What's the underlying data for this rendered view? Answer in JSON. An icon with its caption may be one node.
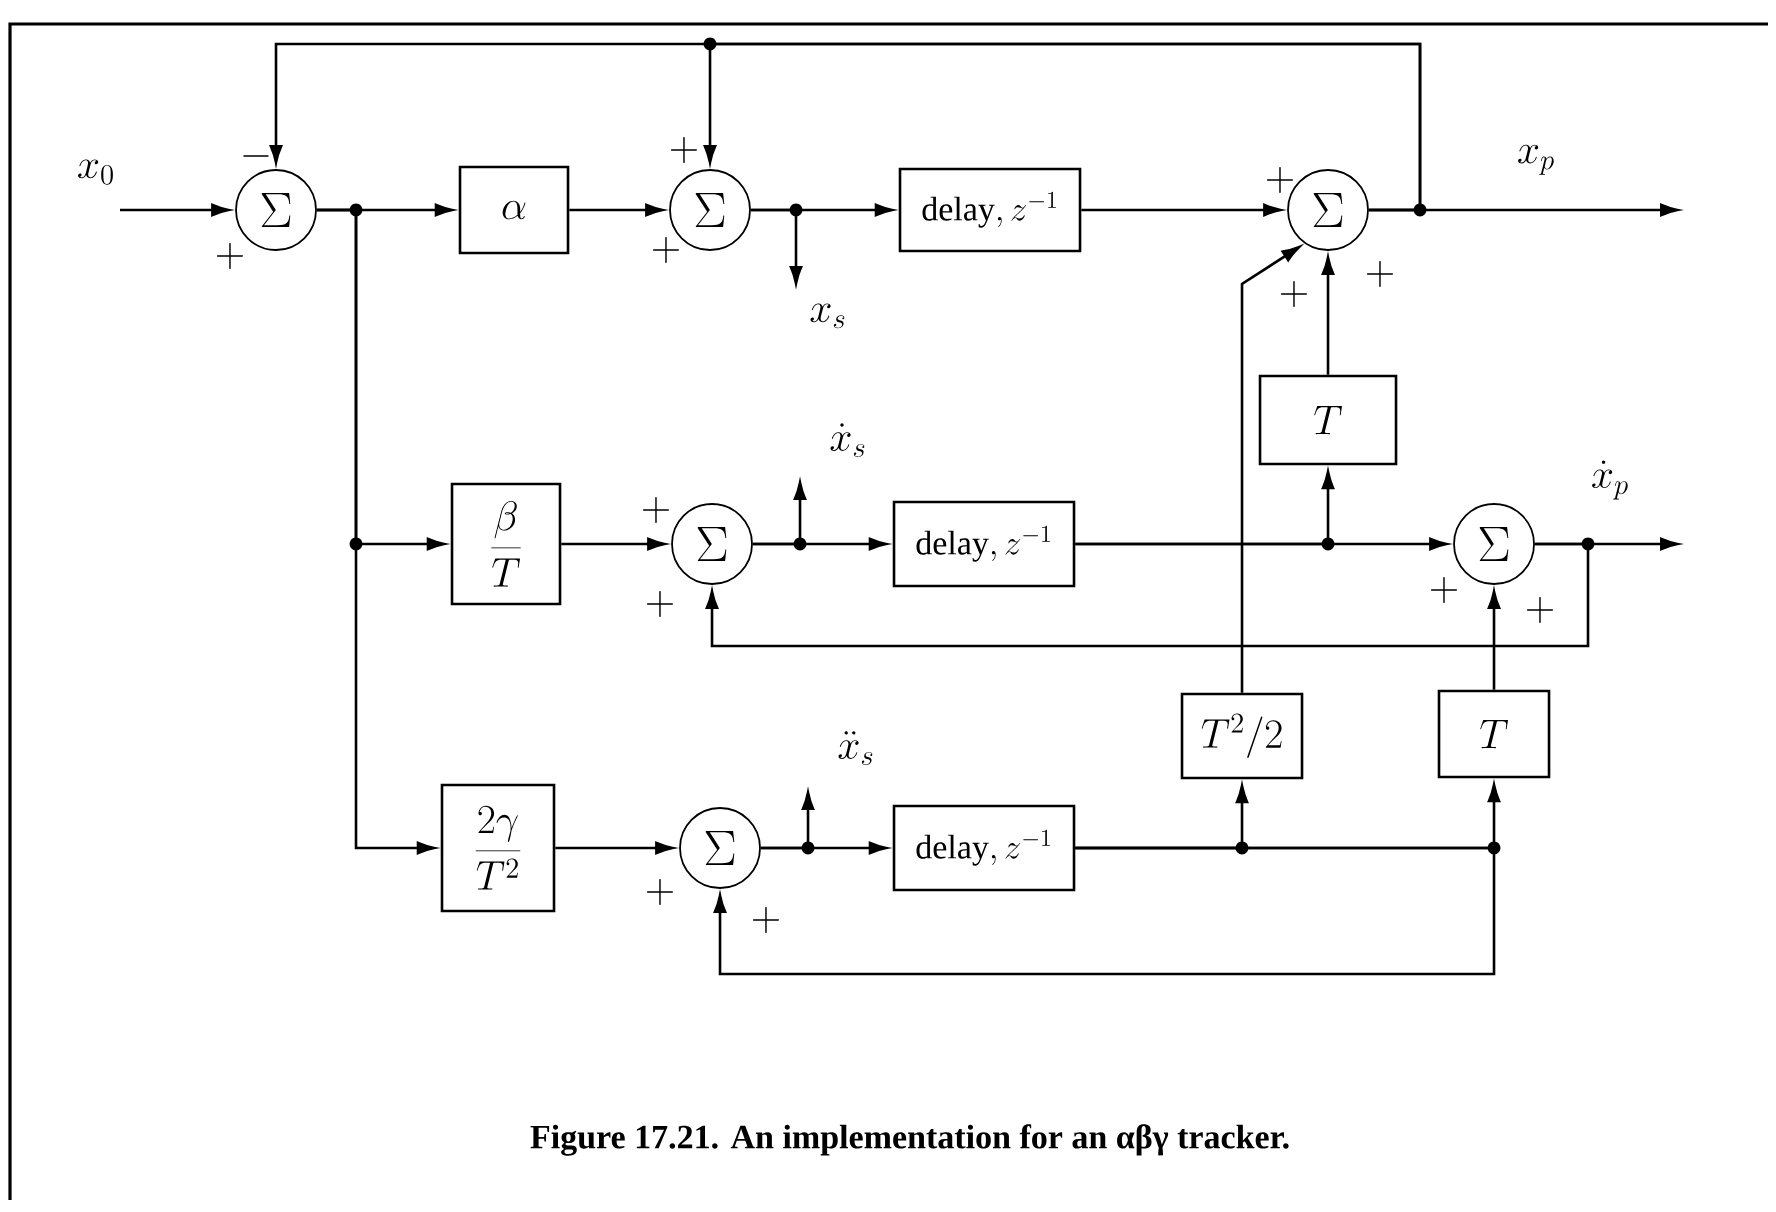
{
  "diagram": {
    "caption": "Figure 17.21. An implementation for an αβγ tracker.",
    "nodes": [
      {
        "text": [
          "\\Sigma"
        ]
      },
      {
        "text": [
          "\\alpha"
        ]
      },
      {
        "text": [
          "\\Sigma"
        ]
      },
      {
        "text": [
          "\\mathrm{delay},z^{-1}"
        ]
      },
      {
        "text": [
          "\\Sigma"
        ]
      },
      {
        "text": [
          "T"
        ]
      },
      {
        "text": [
          "\\frac{\\beta}{T}"
        ]
      },
      {
        "text": [
          "\\Sigma"
        ]
      },
      {
        "text": [
          "\\mathrm{delay},z^{-1}"
        ]
      },
      {
        "text": [
          "\\Sigma"
        ]
      },
      {
        "text": [
          "T^{2}/2"
        ]
      },
      {
        "text": [
          "T"
        ]
      },
      {
        "text": [
          "\\frac{2\\gamma}{T^{2}}"
        ]
      },
      {
        "text": [
          "\\Sigma"
        ]
      },
      {
        "text": [
          "\\mathrm{delay},z^{-1}"
        ]
      }
    ],
    "edges": [
      {
        "from": null,
        "to": 0,
        "arrow": "to"
      },
      {
        "from": 0,
        "to": 1,
        "arrow": "to"
      },
      {
        "from": 0,
        "to": 6,
        "arrow": "to"
      },
      {
        "from": 0,
        "to": 12,
        "arrow": "to"
      },
      {
        "from": 1,
        "to": 2,
        "arrow": "to"
      },
      {
        "from": 2,
        "to": 3,
        "arrow": "to"
      },
      {
        "from": 2,
        "to": null,
        "arrow": "to"
      },
      {
        "from": 3,
        "to": 4,
        "arrow": "to"
      },
      {
        "from": 4,
        "to": null,
        "arrow": "to"
      },
      {
        "from": 4,
        "to": 0,
        "arrow": "to"
      },
      {
        "from": 4,
        "to": 2,
        "arrow": "to"
      },
      {
        "from": 5,
        "to": 4,
        "arrow": "to"
      },
      {
        "from": 6,
        "to": 7,
        "arrow": "to"
      },
      {
        "from": 7,
        "to": 8,
        "arrow": "to"
      },
      {
        "from": 7,
        "to": null,
        "arrow": "to"
      },
      {
        "from": 8,
        "to": 5,
        "arrow": "to"
      },
      {
        "from": 8,
        "to": 9,
        "arrow": "to"
      },
      {
        "from": 9,
        "to": null,
        "arrow": "to"
      },
      {
        "from": 9,
        "to": 7,
        "arrow": "to"
      },
      {
        "from": 10,
        "to": 4,
        "arrow": "to"
      },
      {
        "from": 11,
        "to": 9,
        "arrow": "to"
      },
      {
        "from": 12,
        "to": 13,
        "arrow": "to"
      },
      {
        "from": 13,
        "to": 14,
        "arrow": "to"
      },
      {
        "from": 13,
        "to": null,
        "arrow": "to"
      },
      {
        "from": 14,
        "to": 10,
        "arrow": "to"
      },
      {
        "from": 14,
        "to": 11,
        "arrow": "to"
      },
      {
        "from": 14,
        "to": 13,
        "arrow": "to"
      }
    ],
    "labels": [
      "x_0",
      "-",
      "+",
      "+",
      "x_p",
      "+",
      "+",
      "+",
      "+",
      "x_s",
      "\\dot{x}_s",
      "\\dot{x}_p",
      "+",
      "+",
      "+",
      "+",
      "\\ddot{x}_s",
      "+",
      "+"
    ]
  }
}
